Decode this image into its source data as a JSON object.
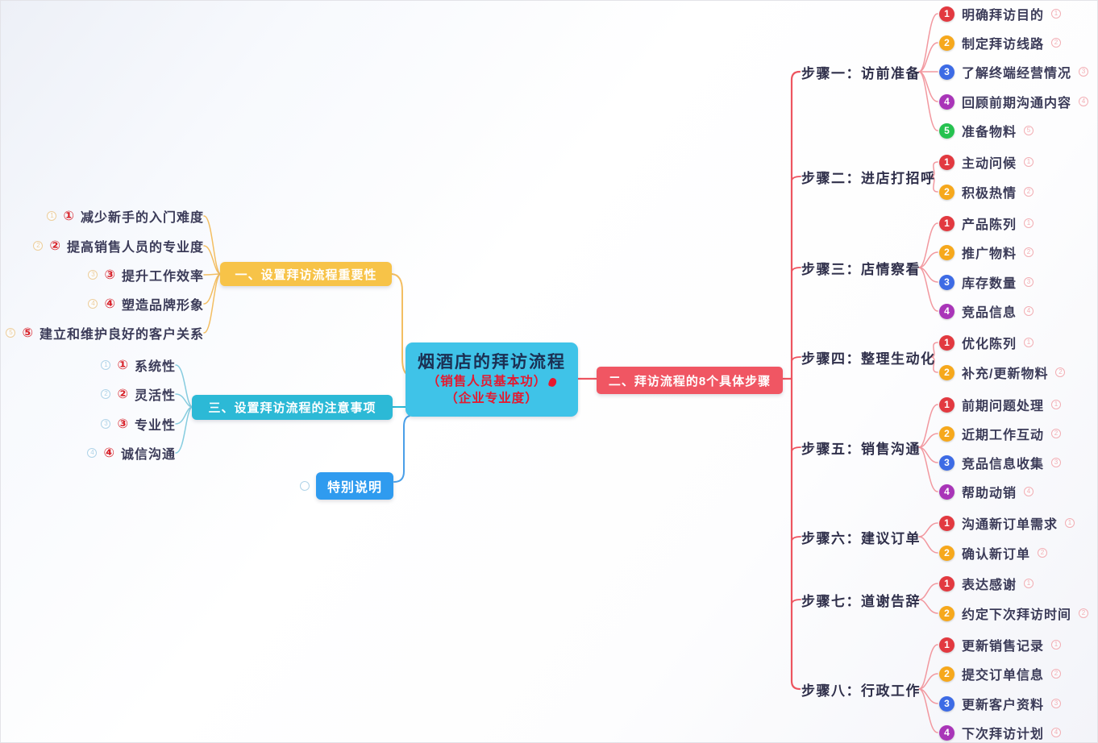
{
  "center": {
    "title": "烟酒店的拜访流程",
    "subtitle1": "（销售人员基本功）",
    "subtitle2": "（企业专业度）"
  },
  "branch_importance": {
    "label": "一、设置拜访流程重要性",
    "items": [
      "①减少新手的入门难度",
      "②提高销售人员的专业度",
      "③提升工作效率",
      "④塑造品牌形象",
      "⑤建立和维护良好的客户关系"
    ]
  },
  "branch_steps": {
    "label": "二、拜访流程的8个具体步骤",
    "steps": [
      {
        "label": "步骤一：访前准备",
        "items": [
          "明确拜访目的",
          "制定拜访线路",
          "了解终端经营情况",
          "回顾前期沟通内容",
          "准备物料"
        ]
      },
      {
        "label": "步骤二：进店打招呼",
        "items": [
          "主动问候",
          "积极热情"
        ]
      },
      {
        "label": "步骤三：店情察看",
        "items": [
          "产品陈列",
          "推广物料",
          "库存数量",
          "竞品信息"
        ]
      },
      {
        "label": "步骤四：整理生动化",
        "items": [
          "优化陈列",
          "补充/更新物料"
        ]
      },
      {
        "label": "步骤五：销售沟通",
        "items": [
          "前期问题处理",
          "近期工作互动",
          "竞品信息收集",
          "帮助动销"
        ]
      },
      {
        "label": "步骤六：建议订单",
        "items": [
          "沟通新订单需求",
          "确认新订单"
        ]
      },
      {
        "label": "步骤七：道谢告辞",
        "items": [
          "表达感谢",
          "约定下次拜访时间"
        ]
      },
      {
        "label": "步骤八：行政工作",
        "items": [
          "更新销售记录",
          "提交订单信息",
          "更新客户资料",
          "下次拜访计划"
        ]
      }
    ]
  },
  "branch_notes": {
    "label": "三、设置拜访流程的注意事项",
    "items": [
      "①系统性",
      "②灵活性",
      "③专业性",
      "④诚信沟通"
    ]
  },
  "branch_special": {
    "label": "特别说明"
  },
  "colors": {
    "center_bg": "#3FC3E8",
    "center_title_text": "#1B2F52",
    "center_sub_text": "#E6182E",
    "importance_bg": "#F7C348",
    "steps_bg": "#F05663",
    "notes_bg": "#2CB9D6",
    "special_bg": "#2F9BEF",
    "badge_palette": [
      "#E23940",
      "#F6A81C",
      "#3D6BE5",
      "#A935B8",
      "#25C24F"
    ],
    "numbered_item_red": "#D8242C",
    "item_text": "#3B3B58",
    "step_label_text": "#2F2F4A",
    "line_red": "#ED5560",
    "line_pink": "#F2989F",
    "line_yellow": "#F3BE62",
    "line_teal": "#86CCDF",
    "line_blue": "#4A9FE8",
    "ghost_pink": "#F2AEB4",
    "ghost_yellow": "#EDCE9C",
    "ghost_blue": "#AFD3E8"
  }
}
